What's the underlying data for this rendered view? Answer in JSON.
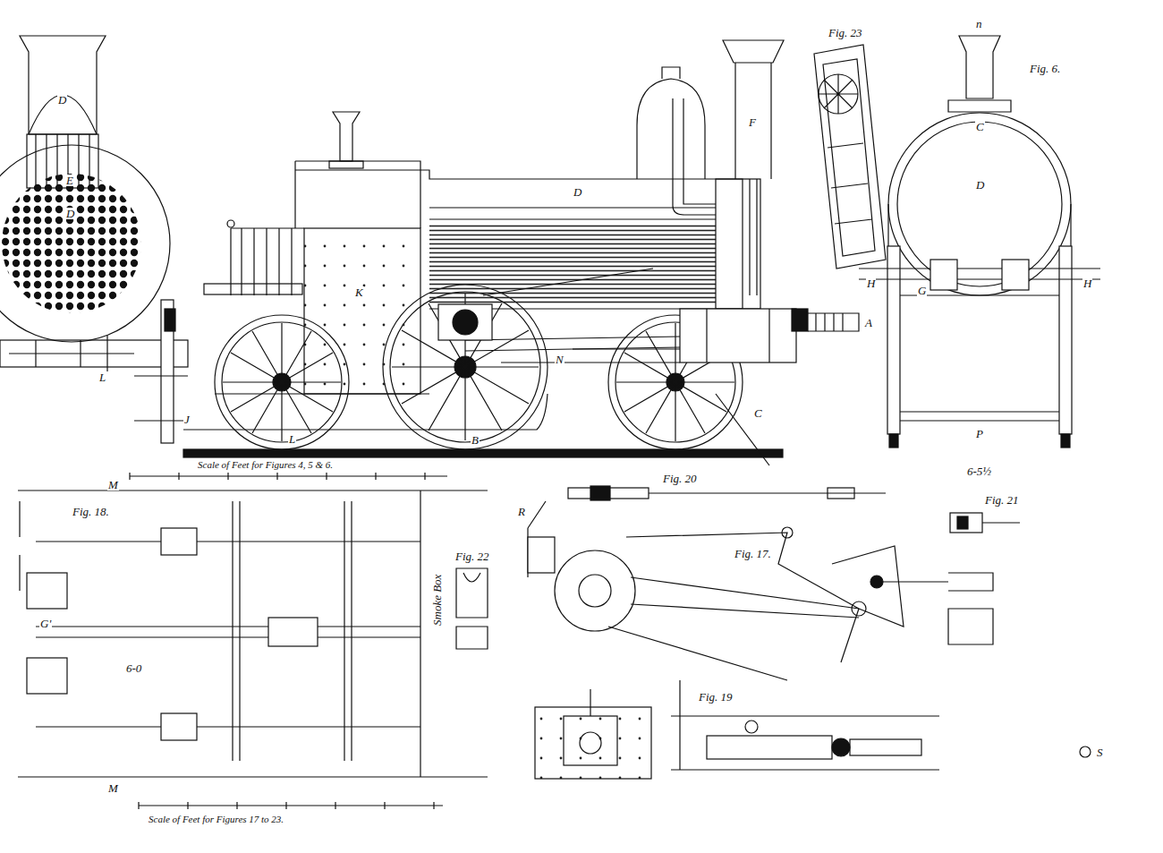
{
  "diagram": {
    "labels": [
      "Fig. 23",
      "Fig. 6.",
      "D",
      "E",
      "D",
      "L",
      "J",
      "D",
      "F",
      "A",
      "K",
      "L",
      "B",
      "C",
      "N",
      "D",
      "C",
      "n",
      "H",
      "H",
      "G",
      "P",
      "Scale of Feet for Figures 4, 5 & 6.",
      "Fig. 18.",
      "Smoke Box",
      "Scale of Feet for Figures 17 to 23.",
      "Fig. 22",
      "Fig. 20",
      "Fig. 21",
      "Fig. 17.",
      "Fig. 19",
      "R",
      "S",
      "M",
      "M",
      "G'",
      "6-0",
      "6-5½"
    ]
  }
}
